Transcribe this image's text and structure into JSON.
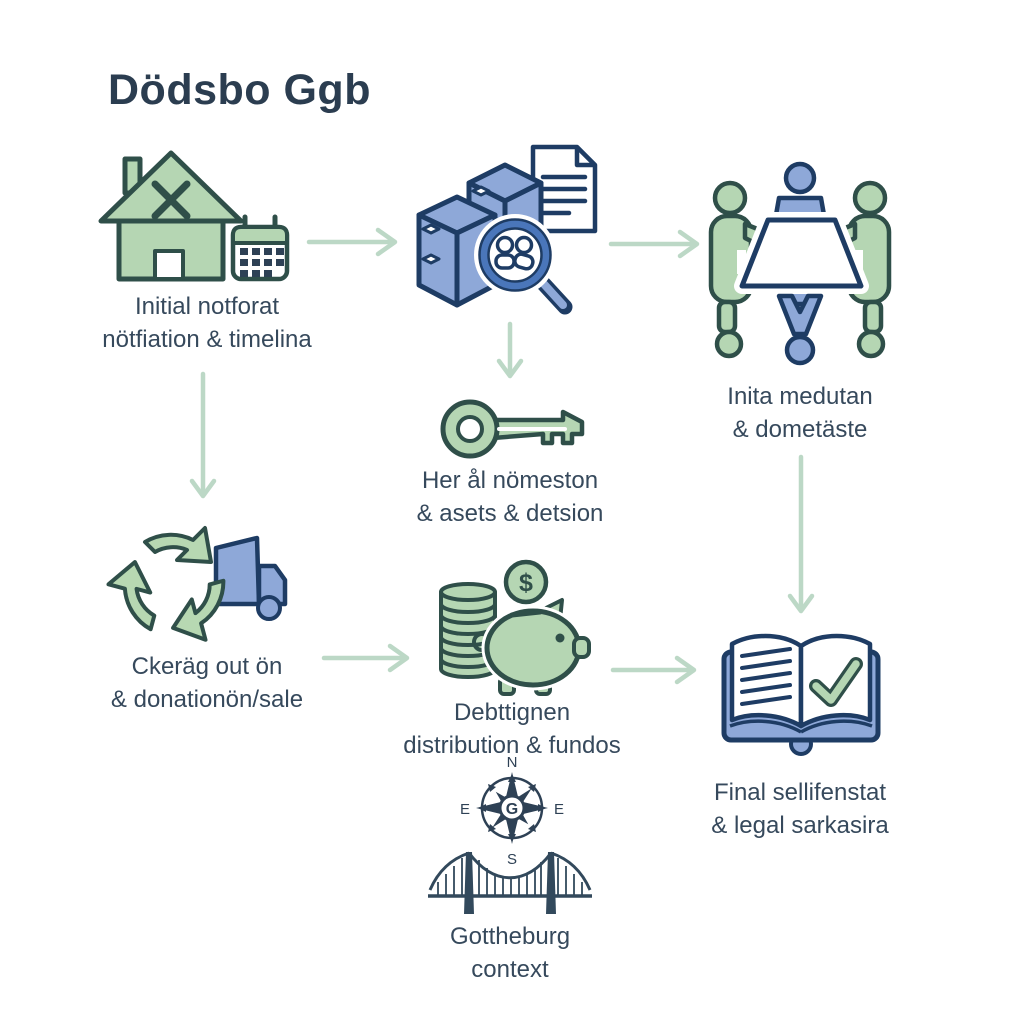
{
  "title": "Dödsbo Ggb",
  "captions": {
    "notification": {
      "line1": "Initial notforat",
      "line2": "nötfiation & timelina"
    },
    "meeting": {
      "line1": "Inita medutan",
      "line2": "& dometäste"
    },
    "handover": {
      "line1": "Her ål nömeston",
      "line2": "& asets & detsion"
    },
    "clearing": {
      "line1": "Ckeräg out ön",
      "line2": "& donationön/sale"
    },
    "funds": {
      "line1": "Debttignen",
      "line2": "distribution & fundos"
    },
    "final": {
      "line1": "Final sellifenstat",
      "line2": "& legal sarkasira"
    },
    "context": {
      "line1": "Gottheburg",
      "line2": "context"
    }
  },
  "compass": {
    "north": "N",
    "west": "E",
    "east": "E",
    "south": "S",
    "center": "G"
  },
  "currency": {
    "dollar": "$"
  },
  "icons": [
    "house-with-x-icon",
    "calendar-icon",
    "moving-boxes-icon",
    "magnifier-people-icon",
    "document-icon",
    "people-around-table-icon",
    "key-icon",
    "recycle-arrows-icon",
    "truck-icon",
    "coin-stack-icon",
    "piggy-bank-icon",
    "dollar-coin-icon",
    "open-book-check-icon",
    "compass-rose-icon",
    "suspension-bridge-icon"
  ],
  "arrows": [
    {
      "from": "notification",
      "to": "inventory",
      "direction": "right"
    },
    {
      "from": "inventory",
      "to": "meeting",
      "direction": "right"
    },
    {
      "from": "inventory",
      "to": "handover",
      "direction": "down"
    },
    {
      "from": "notification",
      "to": "clearing",
      "direction": "down"
    },
    {
      "from": "clearing",
      "to": "funds",
      "direction": "right"
    },
    {
      "from": "funds",
      "to": "final",
      "direction": "right"
    },
    {
      "from": "meeting",
      "to": "final",
      "direction": "down"
    }
  ],
  "colors": {
    "green_fill": "#b5d6b3",
    "green_outline": "#2f4f49",
    "blue_fill": "#8ea8d8",
    "blue_outline": "#1e3c64",
    "arrow_green": "#bcd8c6",
    "title_text": "#2b3d50",
    "caption_text": "#36495c"
  }
}
